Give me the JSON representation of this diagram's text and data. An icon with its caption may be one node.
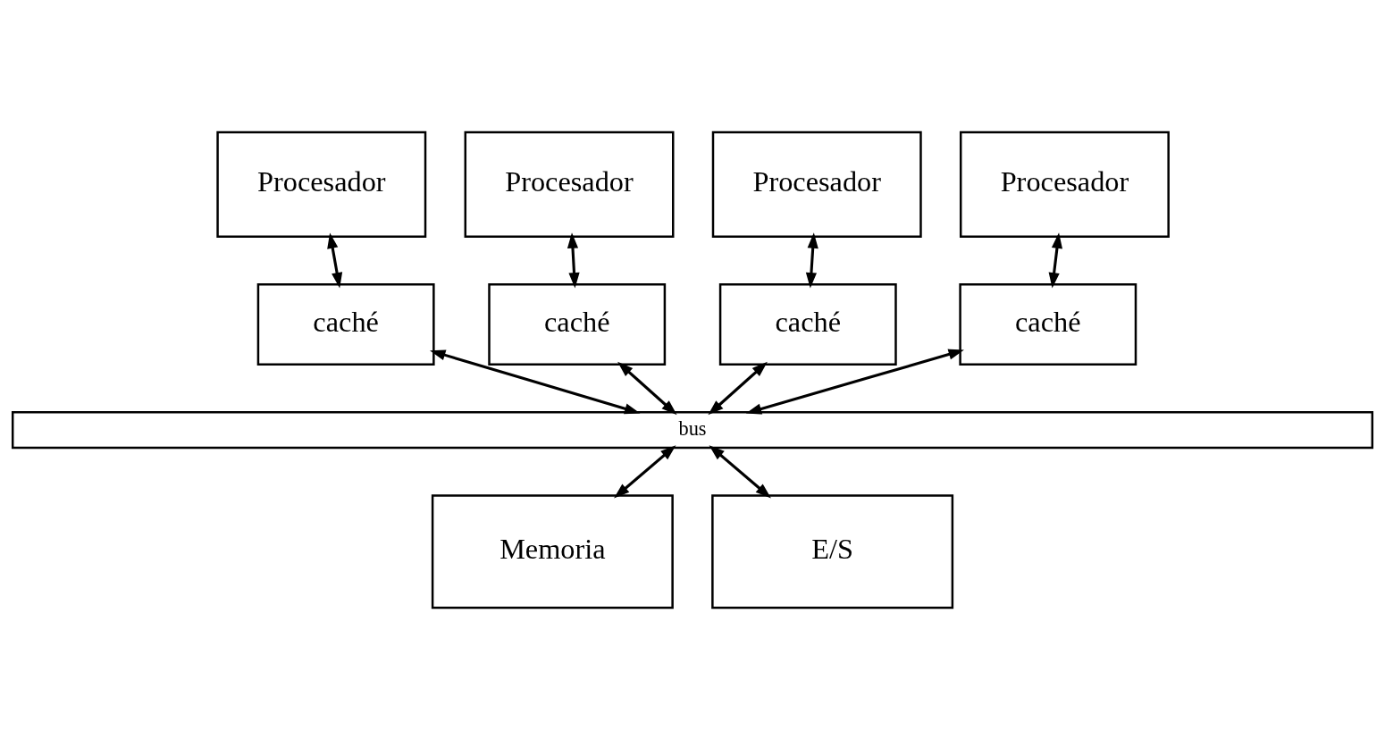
{
  "diagram": {
    "nodes": [
      {
        "text": [
          "Procesador"
        ]
      },
      {
        "text": [
          "Procesador"
        ]
      },
      {
        "text": [
          "Procesador"
        ]
      },
      {
        "text": [
          "Procesador"
        ]
      },
      {
        "text": [
          "caché"
        ]
      },
      {
        "text": [
          "caché"
        ]
      },
      {
        "text": [
          "caché"
        ]
      },
      {
        "text": [
          "caché"
        ]
      },
      {
        "text": [
          "bus"
        ]
      },
      {
        "text": [
          "Memoria"
        ]
      },
      {
        "text": [
          "E/S"
        ]
      }
    ],
    "edges": [
      {
        "from": 0,
        "to": 4,
        "arrow": "both"
      },
      {
        "from": 1,
        "to": 5,
        "arrow": "both"
      },
      {
        "from": 2,
        "to": 6,
        "arrow": "both"
      },
      {
        "from": 3,
        "to": 7,
        "arrow": "both"
      },
      {
        "from": 4,
        "to": 8,
        "arrow": "both"
      },
      {
        "from": 5,
        "to": 8,
        "arrow": "both"
      },
      {
        "from": 6,
        "to": 8,
        "arrow": "both"
      },
      {
        "from": 7,
        "to": 8,
        "arrow": "both"
      },
      {
        "from": 8,
        "to": 9,
        "arrow": "both"
      },
      {
        "from": 8,
        "to": 10,
        "arrow": "both"
      }
    ]
  }
}
